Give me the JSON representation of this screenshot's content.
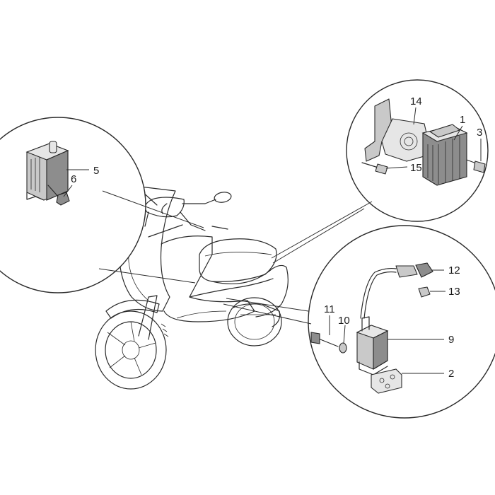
{
  "callouts": {
    "c1": "1",
    "c2": "2",
    "c3": "3",
    "c5": "5",
    "c6": "6",
    "c9": "9",
    "c10": "10",
    "c11": "11",
    "c12": "12",
    "c13": "13",
    "c14": "14",
    "c15": "15"
  }
}
